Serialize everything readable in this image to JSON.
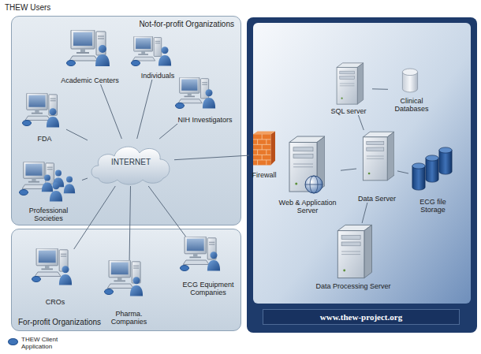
{
  "diagram": {
    "title": "THEW Users",
    "nodes": [
      {
        "text": [
          "Not-for-profit Organizations"
        ]
      },
      {
        "text": [
          "Academic Centers"
        ],
        "in": 0
      },
      {
        "text": [
          "Individuals"
        ],
        "in": 0
      },
      {
        "text": [
          "NIH Investigators"
        ],
        "in": 0
      },
      {
        "text": [
          "FDA"
        ],
        "in": 0
      },
      {
        "text": [
          "INTERNET"
        ],
        "in": 0
      },
      {
        "text": [
          "Professional Societies"
        ],
        "in": 0
      },
      {
        "text": [
          "For-profit Organizations"
        ]
      },
      {
        "text": [
          "CROs"
        ],
        "in": 7
      },
      {
        "text": [
          "Pharma. Companies"
        ],
        "in": 7
      },
      {
        "text": [
          "ECG Equipment Companies"
        ],
        "in": 7
      },
      {
        "text": [
          "SQL server"
        ]
      },
      {
        "text": [
          "Clinical Databases"
        ]
      },
      {
        "text": [
          "Firewall"
        ]
      },
      {
        "text": [
          "Web & Application Server"
        ]
      },
      {
        "text": [
          "Data Server"
        ]
      },
      {
        "text": [
          "ECG file Storage"
        ]
      },
      {
        "text": [
          "Data Processing Server"
        ]
      },
      {
        "text": [
          "www.thew-project.org"
        ]
      }
    ],
    "edges": [
      {
        "from": 1,
        "to": 5,
        "arrow": "none"
      },
      {
        "from": 2,
        "to": 5,
        "arrow": "none"
      },
      {
        "from": 3,
        "to": 5,
        "arrow": "none"
      },
      {
        "from": 4,
        "to": 5,
        "arrow": "none"
      },
      {
        "from": 6,
        "to": 5,
        "arrow": "none"
      },
      {
        "from": 8,
        "to": 5,
        "arrow": "none"
      },
      {
        "from": 9,
        "to": 5,
        "arrow": "none"
      },
      {
        "from": 10,
        "to": 5,
        "arrow": "none"
      },
      {
        "from": 5,
        "to": 13,
        "arrow": "none"
      },
      {
        "from": 14,
        "to": 15,
        "arrow": "none"
      },
      {
        "from": 15,
        "to": 11,
        "arrow": "none"
      },
      {
        "from": 11,
        "to": 12,
        "arrow": "none"
      },
      {
        "from": 15,
        "to": 16,
        "arrow": "none"
      },
      {
        "from": 15,
        "to": 17,
        "arrow": "none"
      }
    ],
    "legend": [
      {
        "text": "THEW Client Application",
        "color": "#3f74b8"
      }
    ]
  }
}
